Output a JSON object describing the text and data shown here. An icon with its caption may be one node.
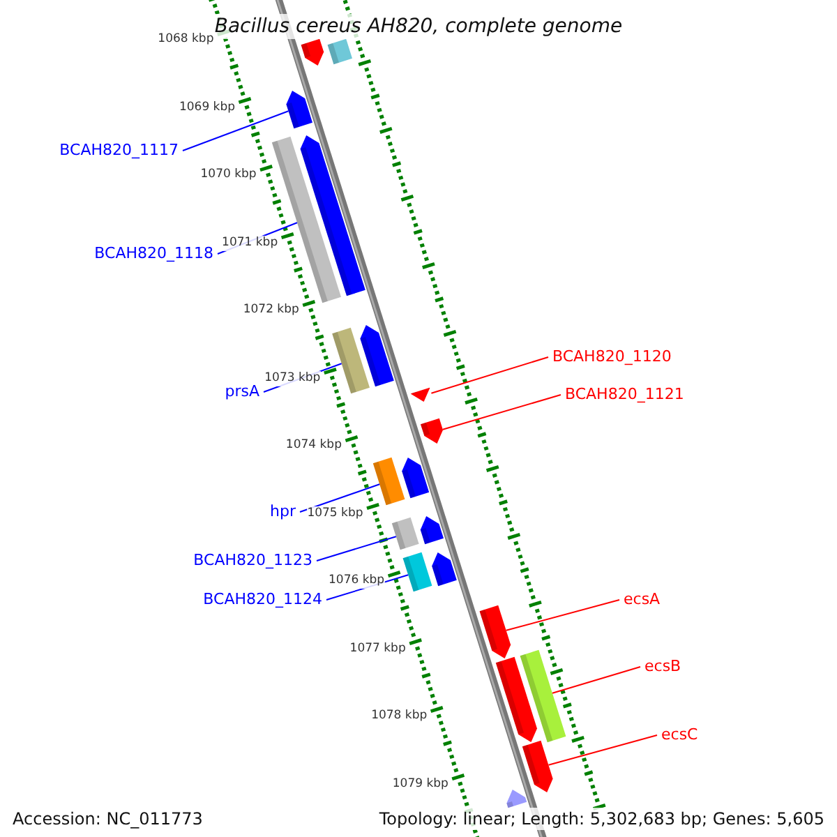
{
  "diagram": {
    "title": "Bacillus cereus AH820, complete genome",
    "nodes": [
      {
        "text": [
          "BCAH820_1117"
        ]
      },
      {
        "text": [
          "BCAH820_1118"
        ]
      },
      {
        "text": [
          "prsA"
        ]
      },
      {
        "text": [
          "BCAH820_1120"
        ]
      },
      {
        "text": [
          "BCAH820_1121"
        ]
      },
      {
        "text": [
          "hpr"
        ]
      },
      {
        "text": [
          "BCAH820_1123"
        ]
      },
      {
        "text": [
          "BCAH820_1124"
        ]
      },
      {
        "text": [
          "ecsA"
        ]
      },
      {
        "text": [
          "ecsB"
        ]
      },
      {
        "text": [
          "ecsC"
        ]
      },
      {
        "text": [],
        "shape": "arrow"
      },
      {
        "text": [],
        "shape": "bar"
      },
      {
        "text": [],
        "shape": "arrow"
      },
      {
        "text": [],
        "shape": "arrow"
      },
      {
        "text": [],
        "shape": "bar"
      },
      {
        "text": [],
        "shape": "arrow"
      },
      {
        "text": [],
        "shape": "bar"
      },
      {
        "text": [],
        "shape": "arrow"
      },
      {
        "text": [],
        "shape": "arrow"
      },
      {
        "text": [],
        "shape": "arrow"
      },
      {
        "text": [],
        "shape": "bar"
      },
      {
        "text": [],
        "shape": "arrow"
      },
      {
        "text": [],
        "shape": "bar"
      },
      {
        "text": [],
        "shape": "arrow"
      },
      {
        "text": [],
        "shape": "bar"
      },
      {
        "text": [],
        "shape": "arrow"
      },
      {
        "text": [],
        "shape": "bar"
      },
      {
        "text": [],
        "shape": "arrow"
      },
      {
        "text": [],
        "shape": "arrow"
      },
      {
        "text": [],
        "shape": "arrow"
      }
    ],
    "edges": [
      {
        "from": 0,
        "to": 13,
        "arrow": "none"
      },
      {
        "from": 1,
        "to": 15,
        "arrow": "none"
      },
      {
        "from": 2,
        "to": 17,
        "arrow": "none"
      },
      {
        "from": 3,
        "to": 18,
        "arrow": "none",
        "color": "#ff0000"
      },
      {
        "from": 4,
        "to": 19,
        "arrow": "none",
        "color": "#ff0000"
      },
      {
        "from": 5,
        "to": 21,
        "arrow": "none"
      },
      {
        "from": 6,
        "to": 23,
        "arrow": "none"
      },
      {
        "from": 7,
        "to": 25,
        "arrow": "none"
      },
      {
        "from": 8,
        "to": 26,
        "arrow": "none",
        "color": "#ff0000"
      },
      {
        "from": 9,
        "to": 27,
        "arrow": "none",
        "color": "#ff0000"
      },
      {
        "from": 10,
        "to": 29,
        "arrow": "none",
        "color": "#ff0000"
      }
    ],
    "labels": [
      "1068 kbp",
      "1069 kbp",
      "1070 kbp",
      "1071 kbp",
      "1072 kbp",
      "1073 kbp",
      "1074 kbp",
      "1075 kbp",
      "1076 kbp",
      "1077 kbp",
      "1078 kbp",
      "1079 kbp",
      "Accession: NC_011773",
      "Topology: linear; Length: 5,302,683 bp; Genes: 5,605"
    ]
  }
}
